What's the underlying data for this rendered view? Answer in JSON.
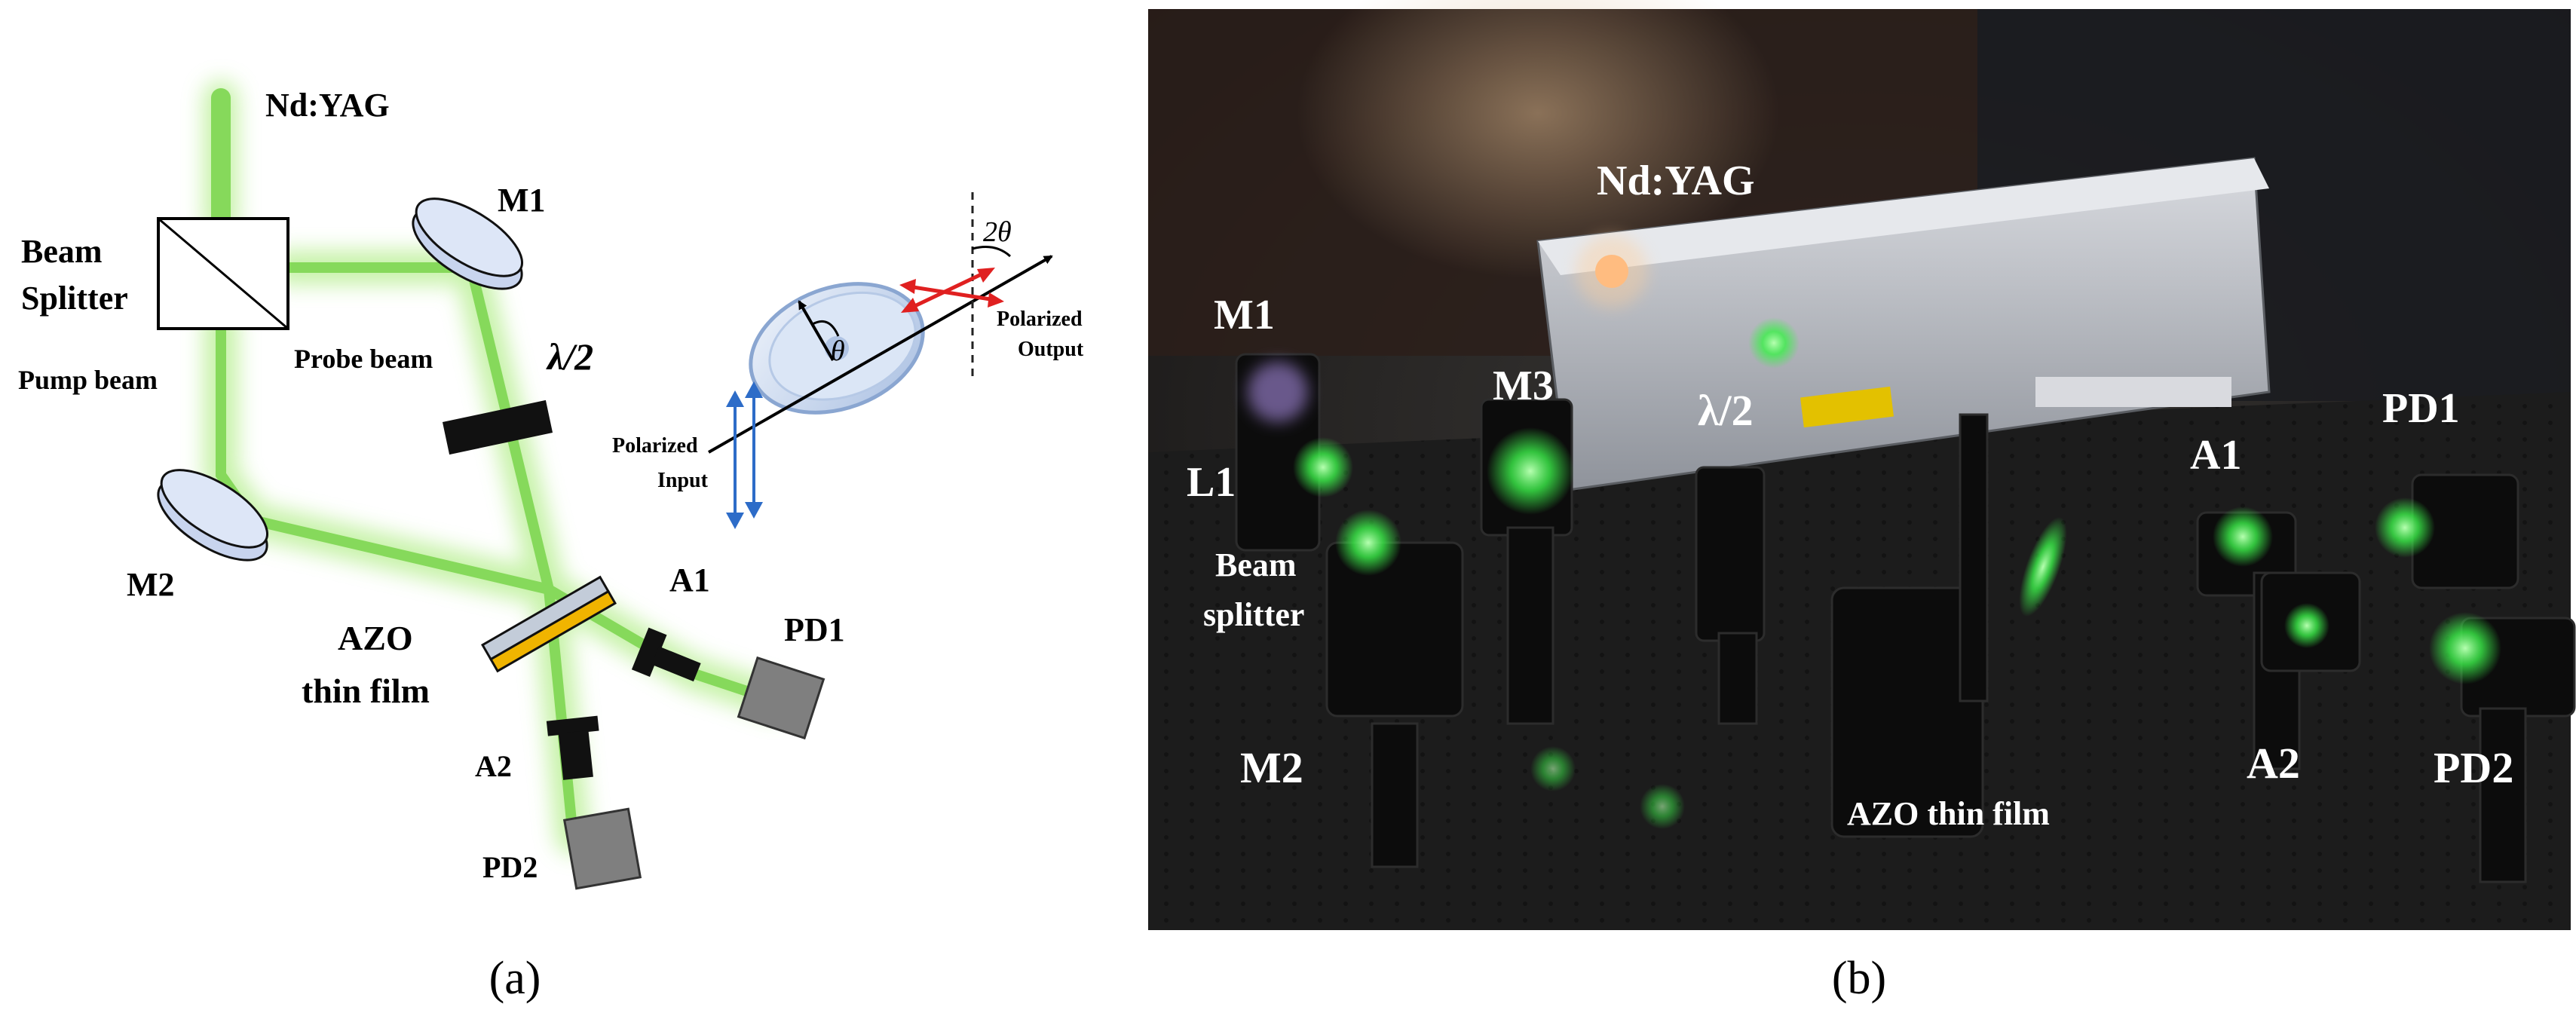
{
  "panel_a": {
    "labels": {
      "laser": "Nd:YAG",
      "beam_splitter_line1": "Beam",
      "beam_splitter_line2": "Splitter",
      "m1": "M1",
      "m2": "M2",
      "probe_beam": "Probe beam",
      "pump_beam": "Pump beam",
      "half_wave": "λ/2",
      "azo_line1": "AZO",
      "azo_line2": "thin film",
      "a1": "A1",
      "a2": "A2",
      "pd1": "PD1",
      "pd2": "PD2",
      "polarized_input_line1": "Polarized",
      "polarized_input_line2": "Input",
      "polarized_output_line1": "Polarized",
      "polarized_output_line2": "Output",
      "theta": "θ",
      "two_theta": "2θ"
    },
    "caption": "(a)"
  },
  "panel_b": {
    "labels": {
      "laser": "Nd:YAG",
      "m1": "M1",
      "m3": "M3",
      "half_wave": "λ/2",
      "l1": "L1",
      "beam_splitter_line1": "Beam",
      "beam_splitter_line2": "splitter",
      "m2": "M2",
      "a1": "A1",
      "pd1": "PD1",
      "a2": "A2",
      "pd2": "PD2",
      "azo": "AZO thin film"
    },
    "caption": "(b)"
  },
  "colors": {
    "beam": "#7ed957",
    "beam_glow": "#c9f2a8",
    "mirror": "#c8d4ee",
    "film": "#f0b400",
    "photo_bg": "#1f1d1c",
    "polarizer_arrow": "#2d6cc8",
    "output_arrow": "#e02020"
  }
}
